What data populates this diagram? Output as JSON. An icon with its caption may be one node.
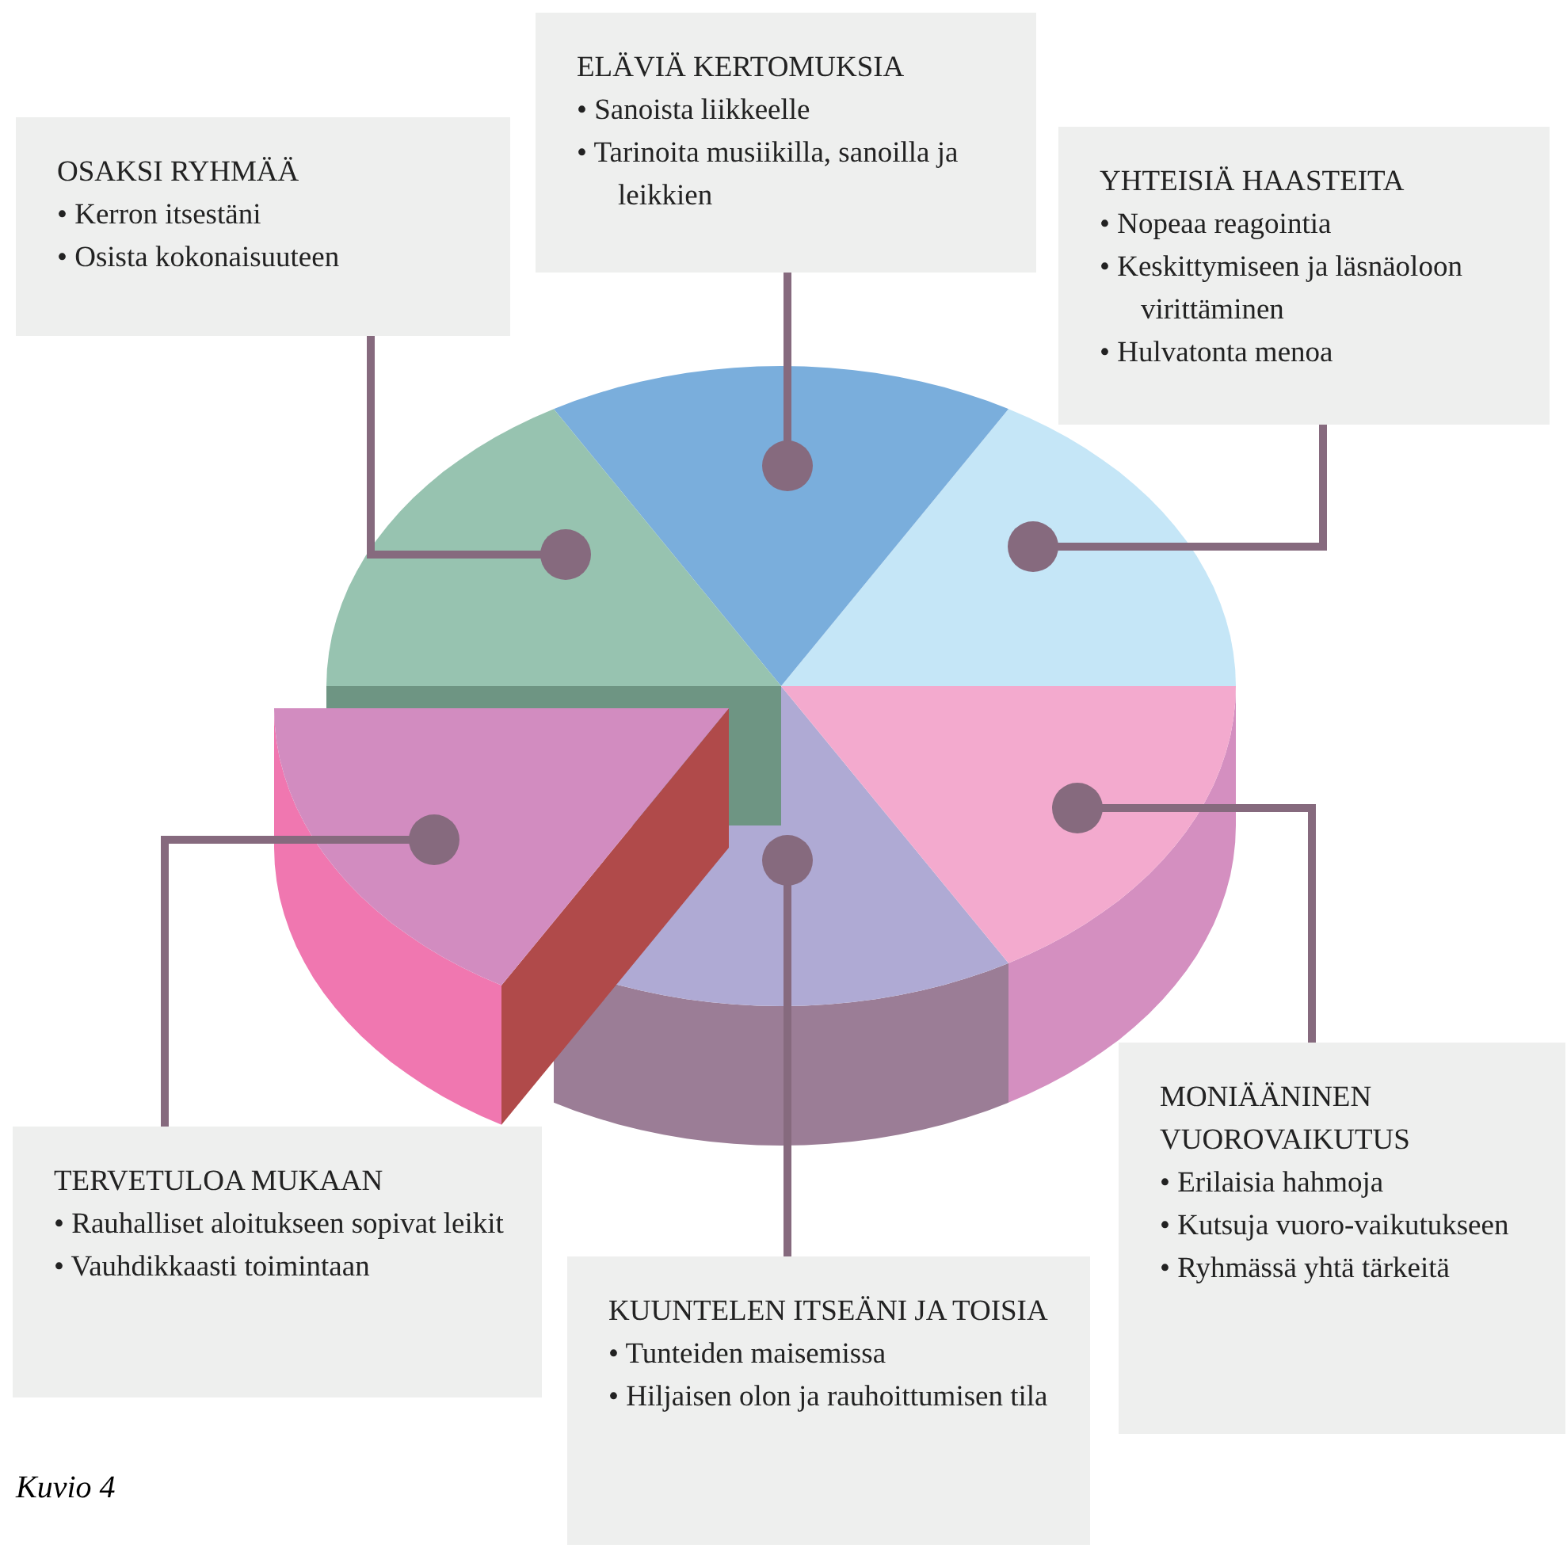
{
  "diagram": {
    "caption": "Kuvio 4",
    "nodes": [
      {
        "text": [
          "OSAKSI RYHMÄÄ",
          "• Kerron itsestäni",
          "• Osista kokonaisuuteen"
        ]
      },
      {
        "text": [
          "ELÄVIÄ KERTOMUKSIA",
          "• Sanoista liikkeelle",
          "• Tarinoita musiikilla, sanoilla ja leikkien"
        ]
      },
      {
        "text": [
          "YHTEISIÄ HAASTEITA",
          "• Nopeaa reagointia",
          "• Keskittymiseen ja läsnäoloon virittäminen",
          "• Hulvatonta menoa"
        ]
      },
      {
        "text": [
          "MONIÄÄNINEN VUOROVAIKUTUS",
          "• Erilaisia hahmoja",
          "• Kutsuja vuoro-vaikutukseen",
          "• Ryhmässä yhtä tärkeitä"
        ]
      },
      {
        "text": [
          "KUUNTELEN ITSEÄNI JA TOISIA",
          "• Tunteiden maisemissa",
          "• Hiljaisen olon ja rauhoittumisen tila"
        ]
      },
      {
        "text": [
          "TERVETULOA MUKAAN",
          "• Rauhalliset aloitukseen sopivat leikit",
          "• Vauhdikkaasti toimintaan"
        ]
      },
      {
        "text": [],
        "shape": "wedge"
      },
      {
        "text": [],
        "shape": "wedge"
      },
      {
        "text": [],
        "shape": "wedge"
      },
      {
        "text": [],
        "shape": "wedge"
      },
      {
        "text": [],
        "shape": "wedge"
      },
      {
        "text": [],
        "shape": "wedge"
      }
    ],
    "edges": [
      {
        "from": 0,
        "to": 6,
        "arrow": "other"
      },
      {
        "from": 1,
        "to": 7,
        "arrow": "other"
      },
      {
        "from": 2,
        "to": 8,
        "arrow": "other"
      },
      {
        "from": 3,
        "to": 9,
        "arrow": "other"
      },
      {
        "from": 4,
        "to": 10,
        "arrow": "other"
      },
      {
        "from": 5,
        "to": 11,
        "arrow": "other"
      }
    ]
  }
}
